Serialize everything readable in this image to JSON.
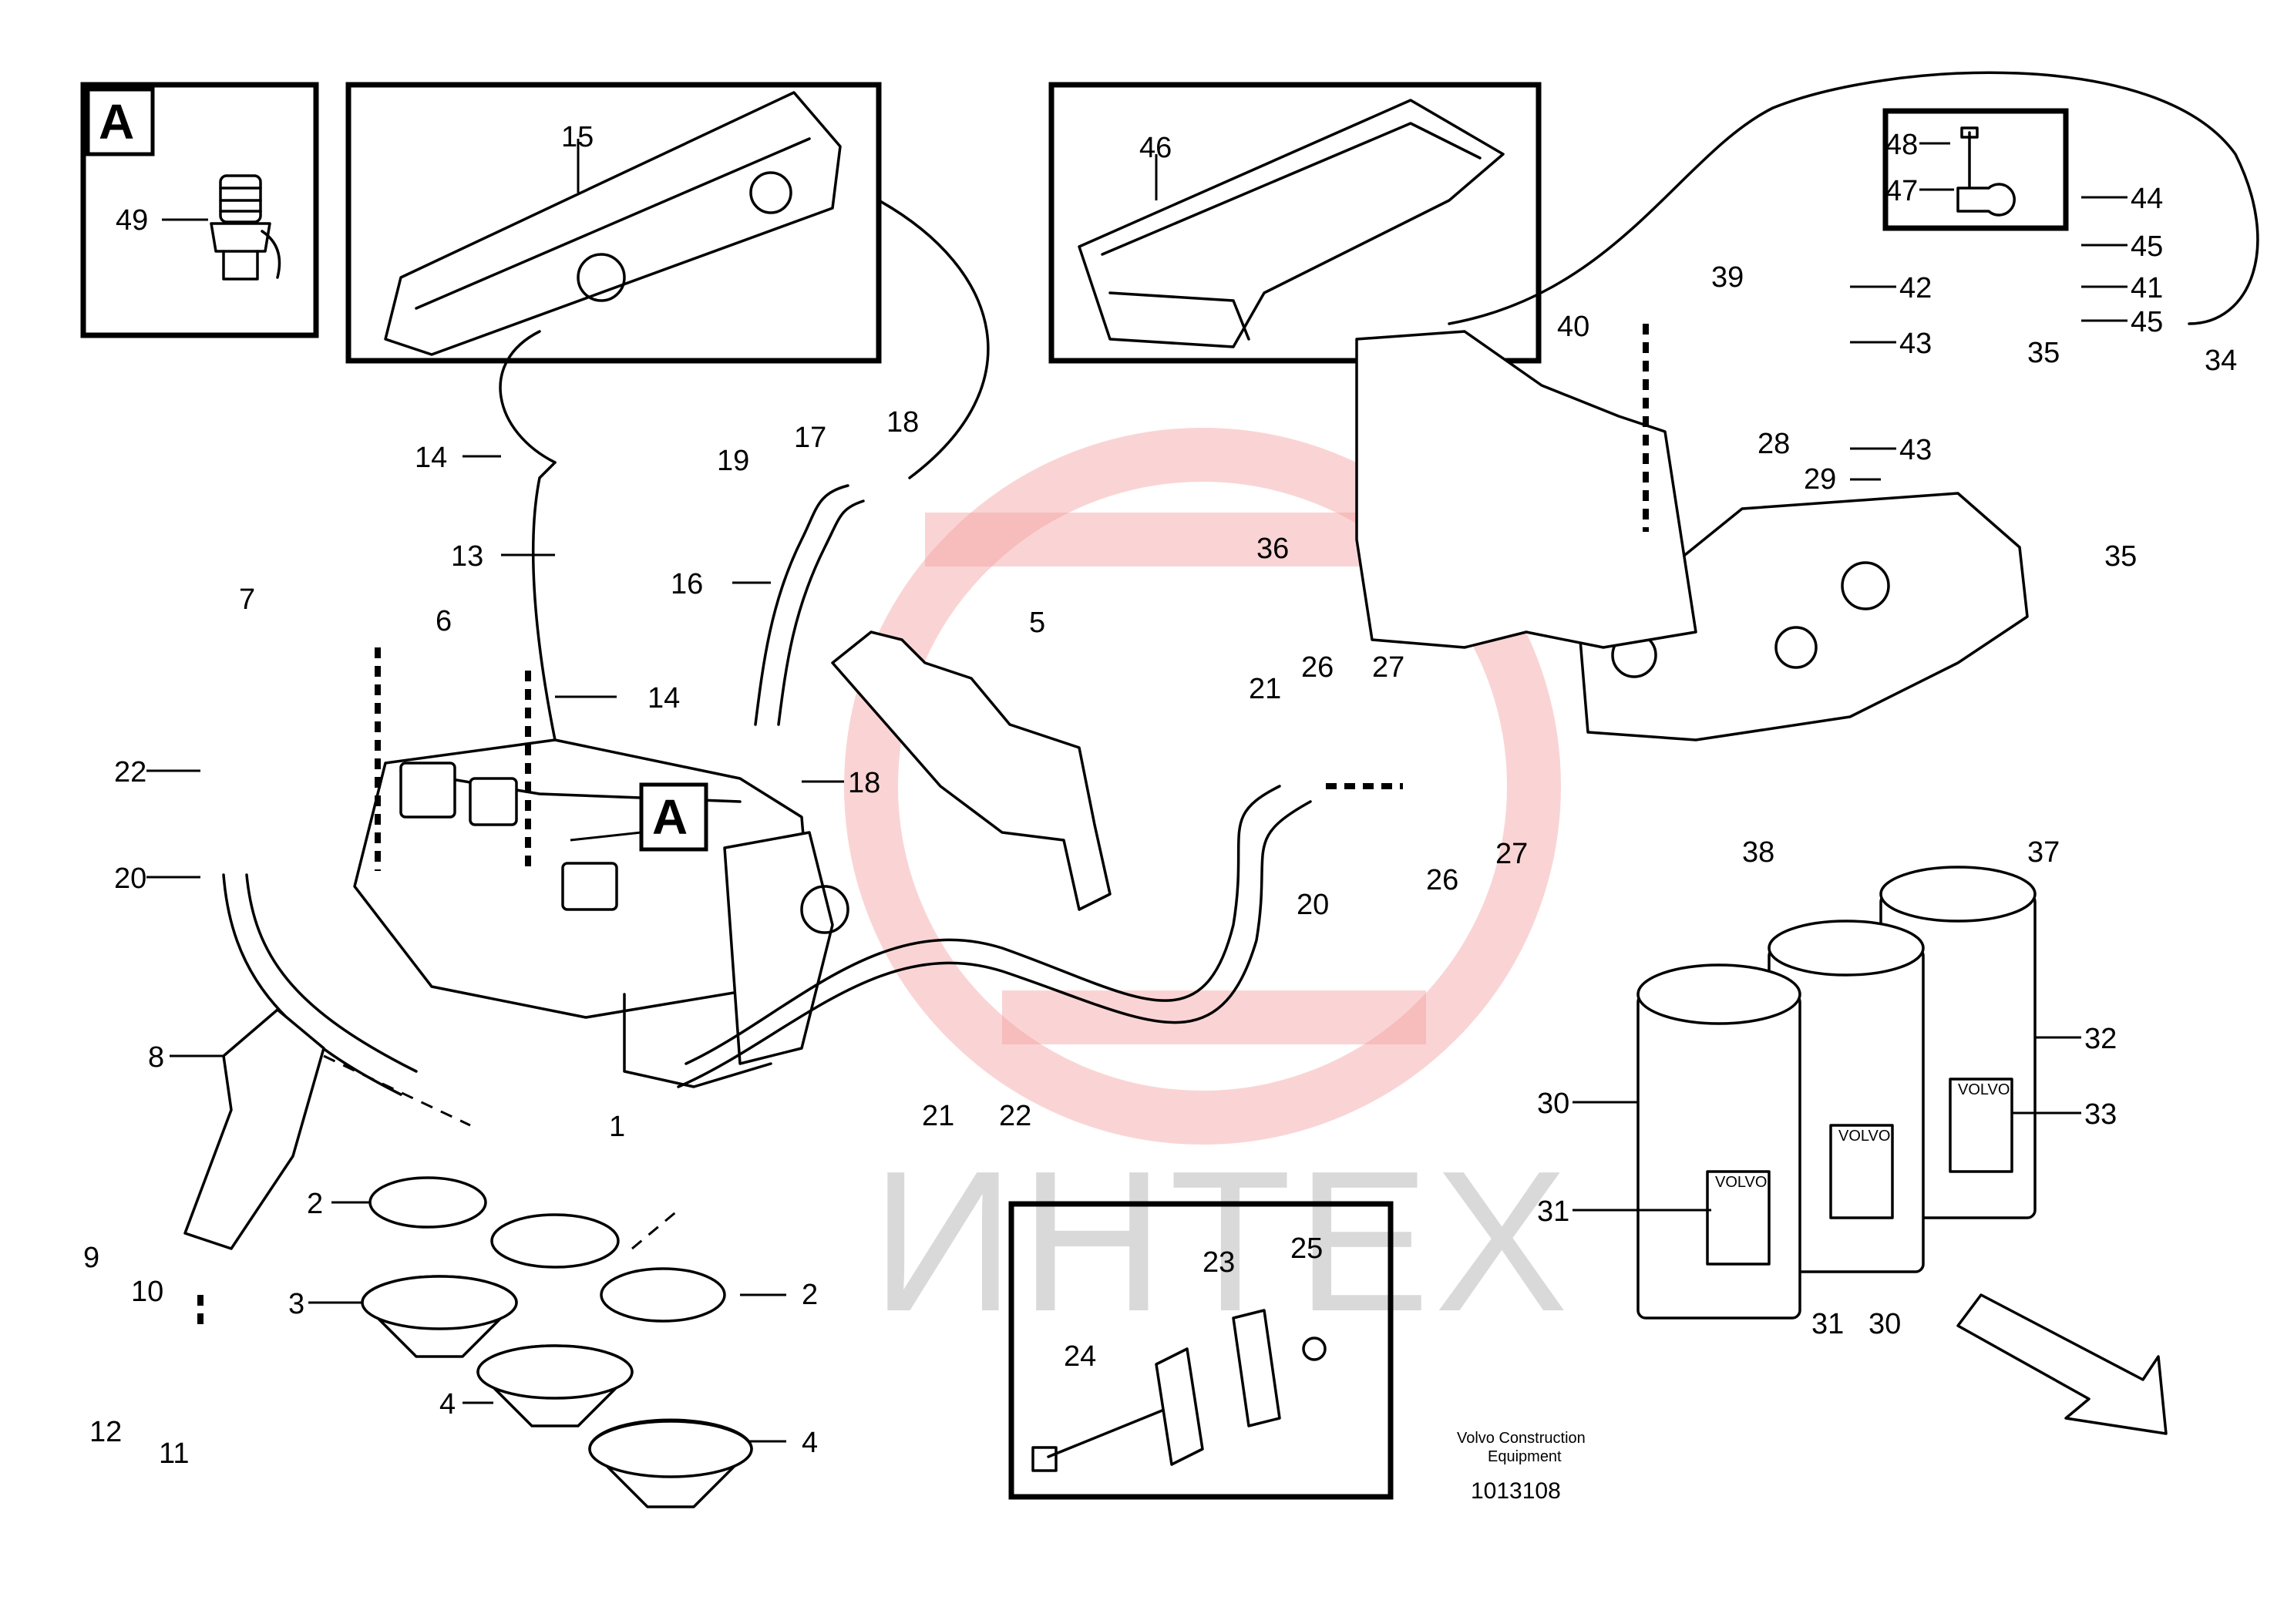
{
  "watermark": {
    "text": "ИНТЕХ",
    "color": "#f4a0a0"
  },
  "detail_boxes": [
    {
      "letter": "A"
    },
    {
      "letter": "A"
    }
  ],
  "labels": {
    "p1": "1",
    "p2a": "2",
    "p2b": "2",
    "p3": "3",
    "p4a": "4",
    "p4b": "4",
    "p5": "5",
    "p6": "6",
    "p7": "7",
    "p8": "8",
    "p9": "9",
    "p10": "10",
    "p11": "11",
    "p12": "12",
    "p13": "13",
    "p14a": "14",
    "p14b": "14",
    "p15": "15",
    "p16": "16",
    "p17": "17",
    "p18a": "18",
    "p18b": "18",
    "p19": "19",
    "p20a": "20",
    "p20b": "20",
    "p21a": "21",
    "p21b": "21",
    "p22a": "22",
    "p22b": "22",
    "p23": "23",
    "p24": "24",
    "p25": "25",
    "p26a": "26",
    "p26b": "26",
    "p27a": "27",
    "p27b": "27",
    "p28": "28",
    "p29": "29",
    "p30a": "30",
    "p30b": "30",
    "p31a": "31",
    "p31b": "31",
    "p32": "32",
    "p33": "33",
    "p34": "34",
    "p35a": "35",
    "p35b": "35",
    "p36": "36",
    "p37": "37",
    "p38": "38",
    "p39": "39",
    "p40": "40",
    "p41": "41",
    "p42": "42",
    "p43a": "43",
    "p43b": "43",
    "p44": "44",
    "p45a": "45",
    "p45b": "45",
    "p46": "46",
    "p47": "47",
    "p48": "48",
    "p49": "49"
  },
  "filter_brand": "VOLVO",
  "footer": {
    "line1": "Volvo Construction",
    "line2": "Equipment",
    "drawing_number": "1013108"
  }
}
